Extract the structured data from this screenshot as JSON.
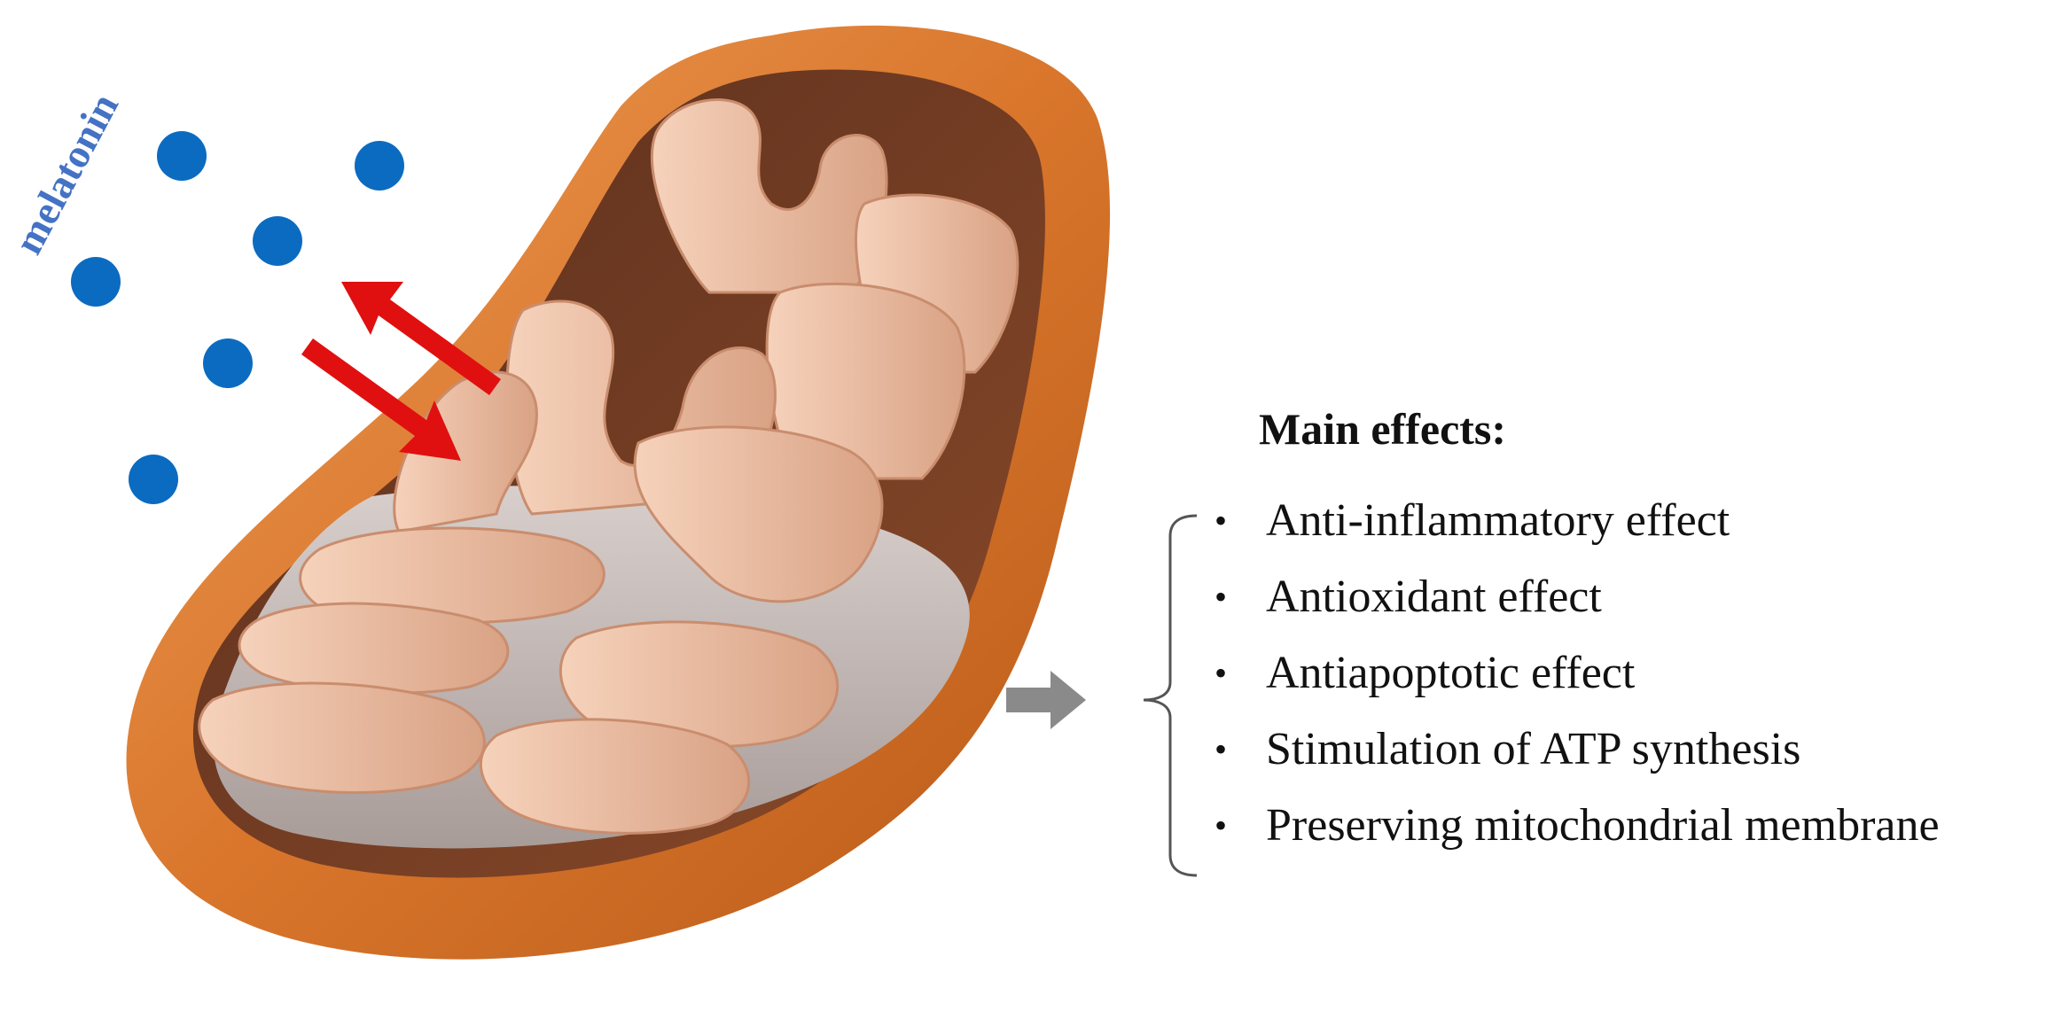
{
  "molecule_label": "melatonin",
  "effects": {
    "title": "Main effects:",
    "items": [
      "Anti-inflammatory effect",
      "Antioxidant effect",
      "Antiapoptotic effect",
      "Stimulation of ATP synthesis",
      "Preserving mitochondrial membrane"
    ]
  },
  "colors": {
    "melatonin_dot": "#0b6bc0",
    "melatonin_text": "#4472c4",
    "arrow_red": "#e01010",
    "outer_membrane": "#d9782f",
    "inner_membrane": "#e8b89a",
    "matrix": "#cfc6c4",
    "grey_arrow": "#8a8a8a"
  },
  "icons": {
    "exchange_arrows": "red-double-arrow-icon",
    "result_arrow": "grey-right-arrow-icon",
    "grouping": "curly-brace-icon"
  }
}
